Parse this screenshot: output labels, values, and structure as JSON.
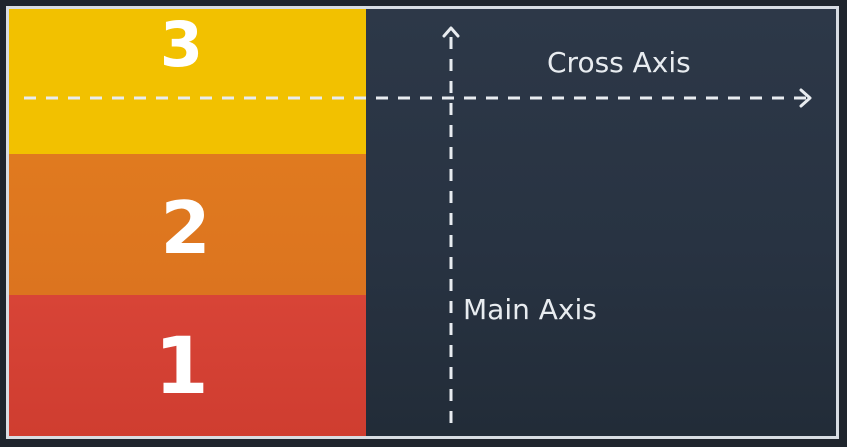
{
  "diagram": {
    "boxes": [
      {
        "label": "3",
        "color": "#f2c100"
      },
      {
        "label": "2",
        "color": "#e07a1f"
      },
      {
        "label": "1",
        "color": "#d84437"
      }
    ],
    "cross_axis_label": "Cross Axis",
    "main_axis_label": "Main Axis",
    "colors": {
      "panel": "#2a3544",
      "border": "#d8dde3",
      "axis_line": "#e8ecf0"
    }
  }
}
